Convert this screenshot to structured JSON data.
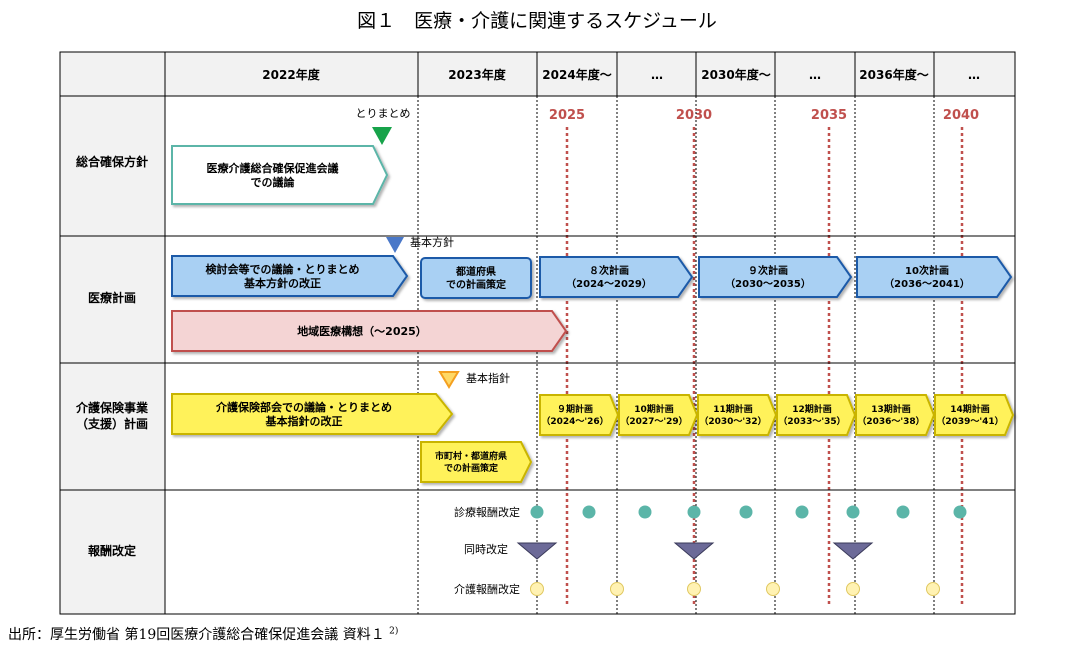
{
  "title": "図１　医療・介護に関連するスケジュール",
  "source": "出所：厚生労働省 第19回医療介護総合確保促進会議 資料１",
  "source_ref": "2)",
  "columns": [
    "2022年度",
    "2023年度",
    "2024年度～",
    "…",
    "2030年度～",
    "…",
    "2036年度～",
    "…"
  ],
  "rows": [
    "総合確保方針",
    "医療計画",
    "介護保険事業\n（支援）計画",
    "報酬改定"
  ],
  "years": [
    "2025",
    "2030",
    "2035",
    "2040"
  ],
  "milestones": {
    "torimatome": "とりまとめ",
    "kihon_houshin": "基本方針",
    "kihon_shishin": "基本指針"
  },
  "arrows": {
    "sogo": "医療介護総合確保促進会議\nでの議論",
    "iryo_giron": "検討会等での議論・とりまとめ\n基本方針の改正",
    "todofuken_iryo": "都道府県\nでの計画策定",
    "keikaku8": "８次計画\n（2024～2029）",
    "keikaku9": "９次計画\n（2030～2035）",
    "keikaku10": "10次計画\n（2036～2041）",
    "chiiki": "地域医療構想（～2025）",
    "kaigo_giron": "介護保険部会での議論・とりまとめ\n基本指針の改正",
    "shichoson": "市町村・都道府県\nでの計画策定",
    "kaigo9": "９期計画\n（2024～'26）",
    "kaigo10": "10期計画\n（2027～'29）",
    "kaigo11": "11期計画\n（2030～'32）",
    "kaigo12": "12期計画\n（2033～'35）",
    "kaigo13": "13期計画\n（2036～'38）",
    "kaigo14": "14期計画\n（2039～'41）"
  },
  "revision_labels": [
    "診療報酬改定",
    "同時改定",
    "介護報酬改定"
  ],
  "colors": {
    "teal": "#5bb5a8",
    "blue": "#1f5aa8",
    "blue_fill": "#a9d0f3",
    "red": "#c0504d",
    "red_fill": "#f4d4d4",
    "yellow": "#c9b400",
    "yellow_fill": "#fff25a",
    "green": "#17a34a",
    "orange": "#f4a020",
    "purple": "#6c6a98",
    "grid": "#000000"
  }
}
